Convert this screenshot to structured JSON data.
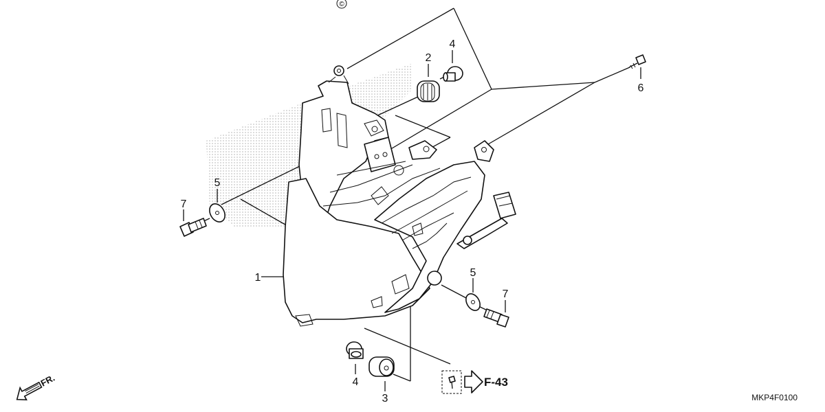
{
  "callouts": {
    "headlight": "1",
    "grommet_upper": "2",
    "grommet_lower": "3",
    "collar_upper": "4",
    "collar_lower": "4",
    "washer_left": "5",
    "washer_right": "5",
    "screw": "6",
    "bolt_left": "7",
    "bolt_right": "7"
  },
  "page_ref": "F-43",
  "front_label": "FR.",
  "drawing_code": "MKP4F0100",
  "copyright_symbol": "©",
  "colors": {
    "ink": "#111111",
    "background": "#ffffff"
  }
}
